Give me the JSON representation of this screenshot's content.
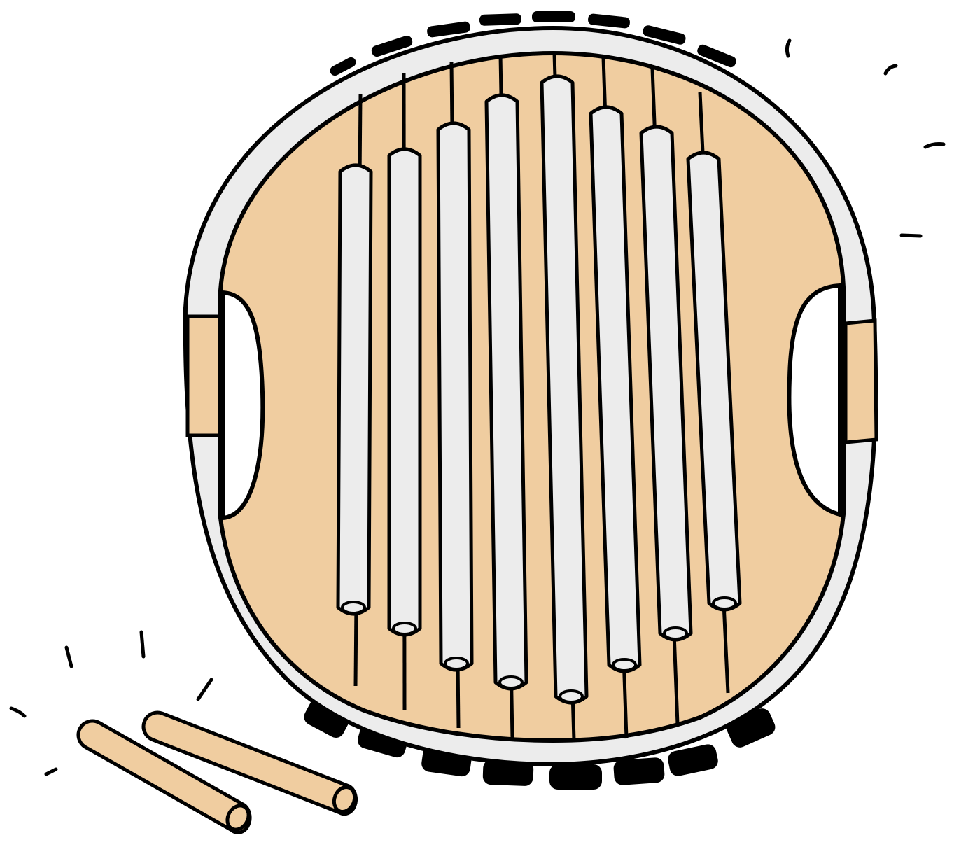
{
  "illustration": {
    "subject": "tube-xylophone-with-mallets",
    "colors": {
      "outline": "#000000",
      "wood": "#F0CDA0",
      "rim": "#ECECEC",
      "tube": "#ECECEC",
      "feet": "#000000",
      "background": "#FFFFFF"
    },
    "tube_count": 8,
    "mallet_count": 2,
    "icons": [
      "tube-bar-icon",
      "mallet-icon",
      "rubber-foot-icon",
      "vibration-mark-icon"
    ]
  }
}
